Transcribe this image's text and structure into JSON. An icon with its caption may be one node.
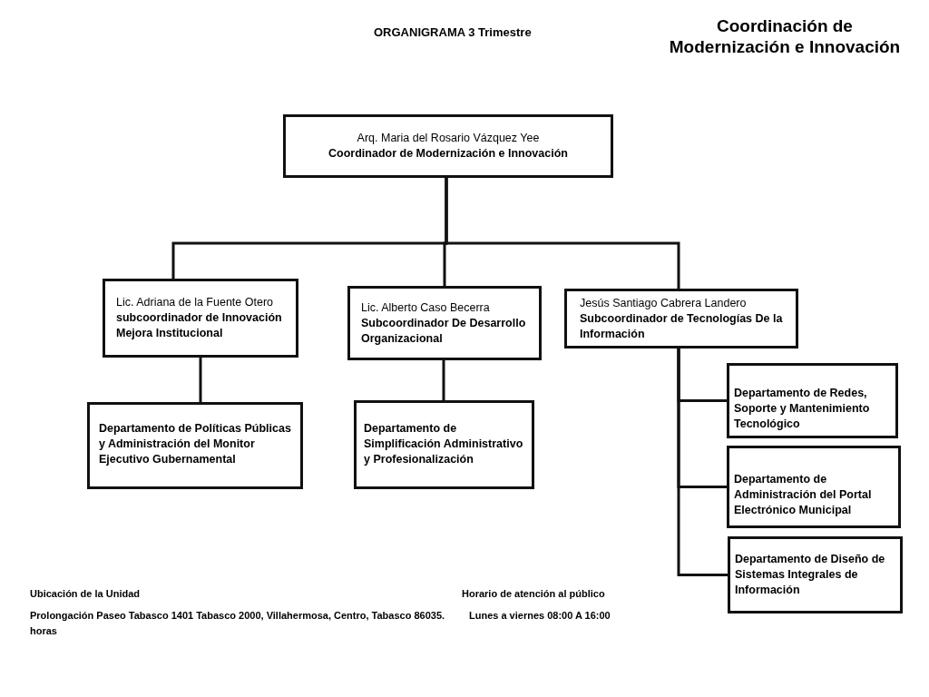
{
  "diagram": {
    "title": "Coordinación de Modernización e Innovación",
    "nodes": [
      {
        "text": [
          "Arq. Maria del Rosario Vázquez Yee",
          "Coordinador de Modernización e Innovación"
        ]
      },
      {
        "text": [
          "Lic. Adriana de la Fuente Otero",
          "subcoordinador de Innovación Mejora Institucional"
        ]
      },
      {
        "text": [
          "Lic. Alberto Caso Becerra",
          "Subcoordinador De Desarrollo Organizacional"
        ]
      },
      {
        "text": [
          "Jesús Santiago Cabrera Landero",
          "Subcoordinador de Tecnologías De la Información"
        ]
      },
      {
        "text": [
          "Departamento de Políticas Públicas y Administración del Monitor Ejecutivo Gubernamental"
        ]
      },
      {
        "text": [
          "Departamento de Simplificación Administrativo y Profesionalización"
        ]
      },
      {
        "text": [
          "Departamento de Redes, Soporte y Mantenimiento Tecnológico"
        ]
      },
      {
        "text": [
          "Departamento de Administración del Portal Electrónico Municipal"
        ]
      },
      {
        "text": [
          "Departamento de Diseño de Sistemas Integrales de Información"
        ]
      }
    ],
    "edges": [
      {
        "from": 0,
        "to": 1,
        "arrow": "none"
      },
      {
        "from": 0,
        "to": 2,
        "arrow": "none"
      },
      {
        "from": 0,
        "to": 3,
        "arrow": "none"
      },
      {
        "from": 1,
        "to": 4,
        "arrow": "none"
      },
      {
        "from": 2,
        "to": 5,
        "arrow": "none"
      },
      {
        "from": 3,
        "to": 6,
        "arrow": "none"
      },
      {
        "from": 3,
        "to": 7,
        "arrow": "none"
      },
      {
        "from": 3,
        "to": 8,
        "arrow": "none"
      }
    ],
    "labels": [
      "ORGANIGRAMA 3 Trimestre",
      "Ubicación de la Unidad",
      "Horario de atención al público",
      "Prolongación Paseo Tabasco 1401 Tabasco 2000, Villahermosa, Centro, Tabasco 86035.",
      "Lunes a viernes 08:00 A 16:00",
      "horas"
    ]
  }
}
